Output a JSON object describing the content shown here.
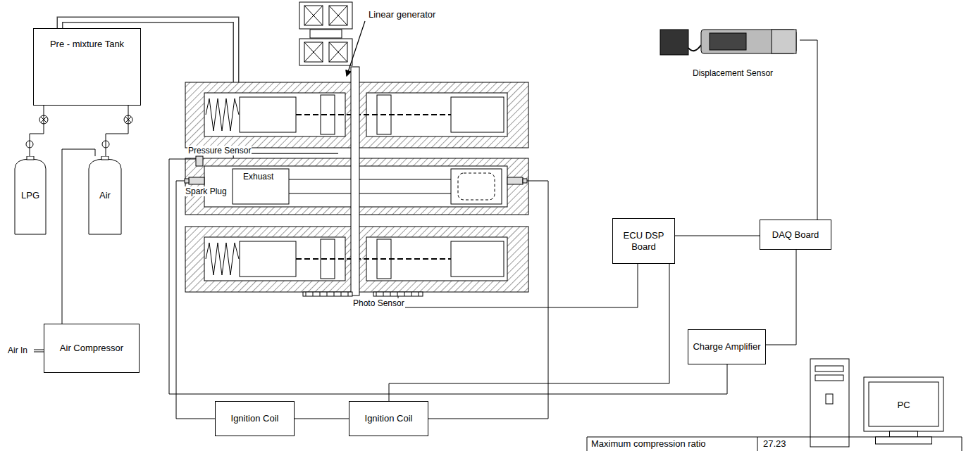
{
  "diagram": {
    "nodes": [
      {
        "text": [
          "Pre - mixture Tank"
        ]
      },
      {
        "text": [
          "LPG"
        ]
      },
      {
        "text": [
          "Air"
        ]
      },
      {
        "text": [
          "Air Compressor"
        ]
      },
      {
        "text": [
          "Ignition Coil"
        ]
      },
      {
        "text": [
          "Ignition Coil"
        ]
      },
      {
        "text": [
          "ECU DSP Board"
        ]
      },
      {
        "text": [
          "DAQ Board"
        ]
      },
      {
        "text": [
          "Charge Amplifier"
        ]
      },
      {
        "text": [
          "PC"
        ]
      },
      {
        "text": [
          "Displacement Sensor"
        ]
      }
    ],
    "edges": [
      {
        "from": 1,
        "to": 0,
        "arrow": "none"
      },
      {
        "from": 2,
        "to": 0,
        "arrow": "none"
      },
      {
        "from": 3,
        "to": 2,
        "arrow": "none"
      },
      {
        "from": 4,
        "to": 5,
        "arrow": "none"
      },
      {
        "from": 6,
        "to": 7,
        "arrow": "none"
      },
      {
        "from": 10,
        "to": 7,
        "arrow": "none"
      },
      {
        "from": 8,
        "to": 7,
        "arrow": "none"
      },
      {
        "from": 6,
        "to": 5,
        "arrow": "none"
      }
    ],
    "labels": [
      "Linear generator",
      "Pressure Sensor",
      "Spark Plug",
      "Exhuast",
      "Photo Sensor",
      "Air In",
      "Maximum compression ratio",
      "27.23"
    ]
  }
}
